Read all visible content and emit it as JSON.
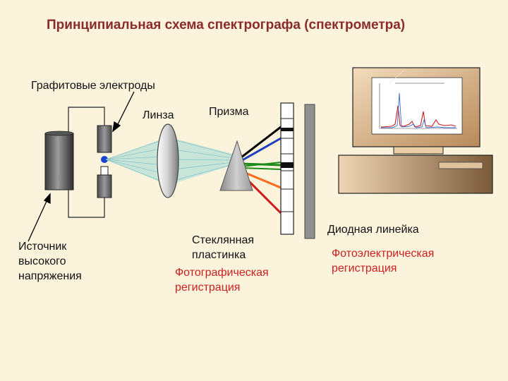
{
  "title": "Принципиальная  схема спектрографа (спектрометра)",
  "labels": {
    "electrodes": "Графитовые электроды",
    "lens": "Линза",
    "prism": "Призма",
    "source": "Источник\nвысокого\nнапряжения",
    "glass_plate": "Стеклянная\nпластинка",
    "photo_reg": "Фотографическая\nрегистрация",
    "diode_array": "Диодная линейка",
    "photoelectric_reg": "Фотоэлектрическая\nрегистрация"
  },
  "colors": {
    "background": "#fbf3dc",
    "title": "#8a2b2b",
    "registration_text": "#cc1f1f",
    "monitor": "#c8996a",
    "electrode_gray": "#707070",
    "light_cone": "#9fd8d8",
    "spectrum_rays": [
      "#000000",
      "#1e3dbf",
      "#1b8a1b",
      "#ff6a1a",
      "#d21a1a"
    ]
  },
  "icons": {
    "electrodes": "electrode-pair-icon",
    "lens": "lens-icon",
    "prism": "prism-icon",
    "source": "power-source-icon",
    "computer": "computer-icon"
  }
}
